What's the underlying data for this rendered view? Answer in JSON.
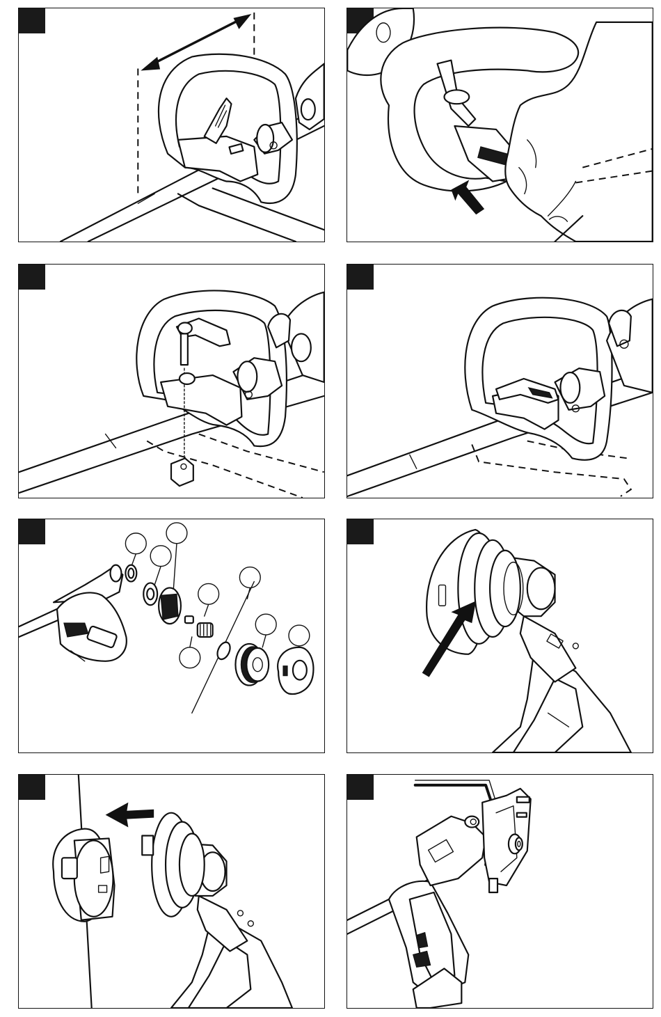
{
  "document": {
    "type": "assembly-instructions-figure-sheet",
    "panels": [
      {
        "id": 1,
        "badge_icon": "black-square-number-badge",
        "depicts": "loop-handle-adjust"
      },
      {
        "id": 2,
        "badge_icon": "black-square-number-badge",
        "depicts": "handle-clamp-press"
      },
      {
        "id": 3,
        "badge_icon": "black-square-number-badge",
        "depicts": "handle-bolt-exploded"
      },
      {
        "id": 4,
        "badge_icon": "black-square-number-badge",
        "depicts": "handle-assembled"
      },
      {
        "id": 5,
        "badge_icon": "black-square-number-badge",
        "depicts": "trimmer-head-exploded"
      },
      {
        "id": 6,
        "badge_icon": "black-square-number-badge",
        "depicts": "trimmer-head-press"
      },
      {
        "id": 7,
        "badge_icon": "black-square-number-badge",
        "depicts": "trimmer-head-remove"
      },
      {
        "id": 8,
        "badge_icon": "black-square-number-badge",
        "depicts": "hex-key-attachment"
      }
    ],
    "part_callout_circles": 8,
    "colors": {
      "ink": "#111111",
      "paper": "#ffffff",
      "badge": "#1a1a1a"
    }
  }
}
